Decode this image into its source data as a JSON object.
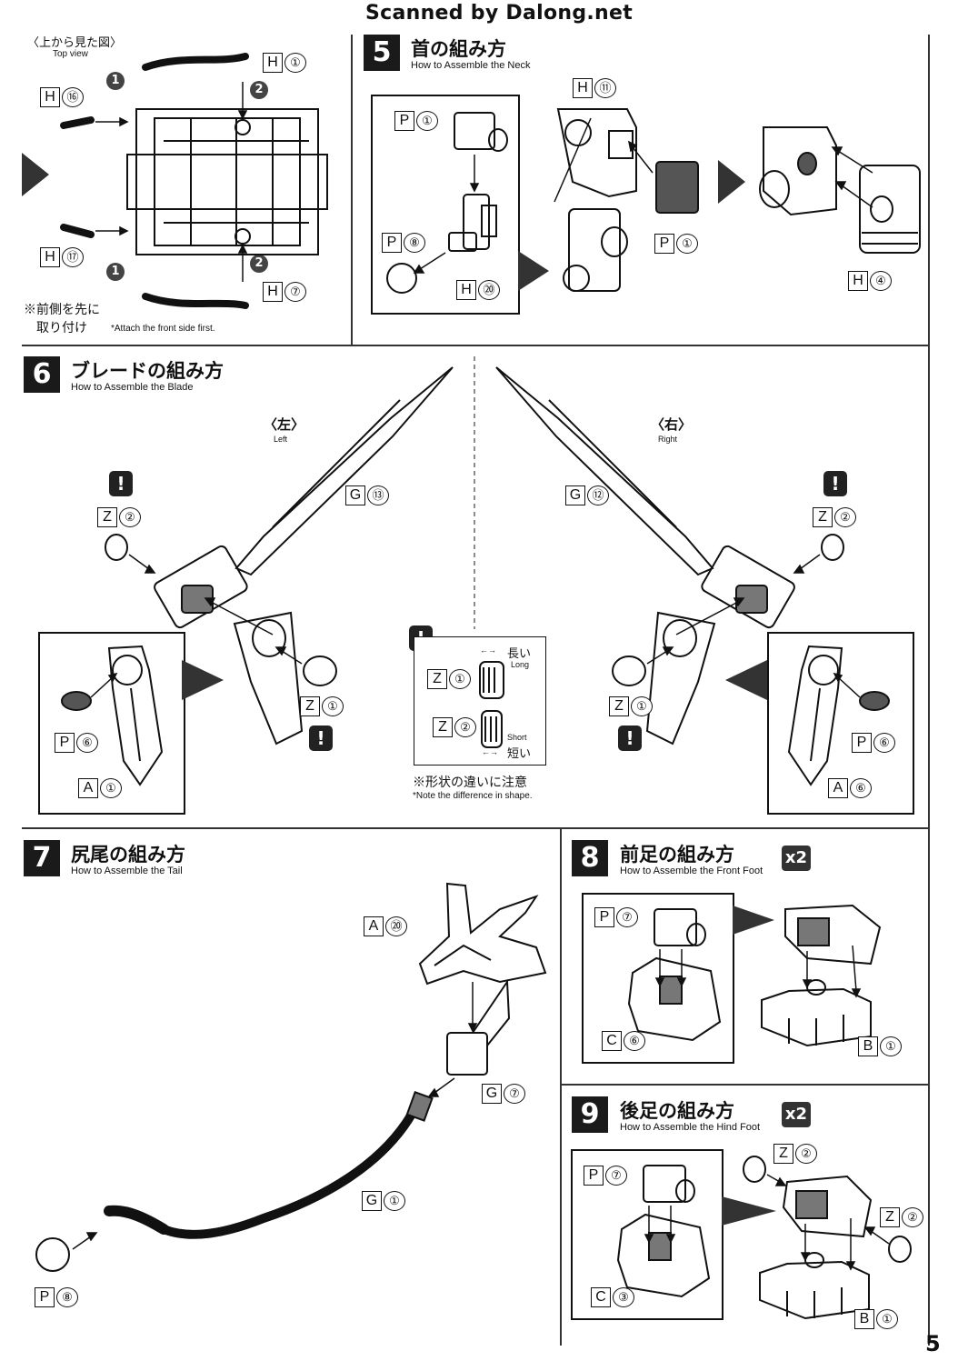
{
  "header": {
    "watermark": "Scanned by Dalong.net"
  },
  "page_number": "5",
  "top_view": {
    "title_jp": "〈上から見た図〉",
    "title_en": "Top view",
    "note_jp_1": "※前側を先に",
    "note_jp_2": "取り付け",
    "note_en": "*Attach the front side first.",
    "seq1": "1",
    "seq2": "2",
    "parts": [
      {
        "letter": "H",
        "num": "①"
      },
      {
        "letter": "H",
        "num": "⑯"
      },
      {
        "letter": "H",
        "num": "⑰"
      },
      {
        "letter": "H",
        "num": "⑦"
      }
    ]
  },
  "step5": {
    "number": "5",
    "title_jp": "首の組み方",
    "title_en": "How to Assemble the Neck",
    "parts": [
      {
        "letter": "P",
        "num": "①"
      },
      {
        "letter": "P",
        "num": "⑧"
      },
      {
        "letter": "H",
        "num": "⑳"
      },
      {
        "letter": "H",
        "num": "⑪"
      },
      {
        "letter": "P",
        "num": "①"
      },
      {
        "letter": "H",
        "num": "④"
      }
    ]
  },
  "step6": {
    "number": "6",
    "title_jp": "ブレードの組み方",
    "title_en": "How to Assemble the Blade",
    "left_jp": "〈左〉",
    "left_en": "Left",
    "right_jp": "〈右〉",
    "right_en": "Right",
    "warn": "!",
    "long_jp": "長い",
    "long_en": "Long",
    "short_en": "Short",
    "short_jp": "短い",
    "arrow_glyph": "←→",
    "note_jp": "※形状の違いに注意",
    "note_en": "*Note the difference in shape.",
    "parts": [
      {
        "letter": "G",
        "num": "⑬"
      },
      {
        "letter": "Z",
        "num": "②"
      },
      {
        "letter": "Z",
        "num": "①"
      },
      {
        "letter": "P",
        "num": "⑥"
      },
      {
        "letter": "A",
        "num": "①"
      },
      {
        "letter": "Z",
        "num": "①"
      },
      {
        "letter": "Z",
        "num": "②"
      },
      {
        "letter": "G",
        "num": "⑫"
      },
      {
        "letter": "Z",
        "num": "②"
      },
      {
        "letter": "Z",
        "num": "①"
      },
      {
        "letter": "P",
        "num": "⑥"
      },
      {
        "letter": "A",
        "num": "⑥"
      }
    ]
  },
  "step7": {
    "number": "7",
    "title_jp": "尻尾の組み方",
    "title_en": "How to Assemble the Tail",
    "parts": [
      {
        "letter": "A",
        "num": "⑳"
      },
      {
        "letter": "G",
        "num": "⑦"
      },
      {
        "letter": "G",
        "num": "①"
      },
      {
        "letter": "P",
        "num": "⑧"
      }
    ]
  },
  "step8": {
    "number": "8",
    "title_jp": "前足の組み方",
    "title_en": "How to Assemble the Front Foot",
    "multiplier": "x2",
    "parts": [
      {
        "letter": "P",
        "num": "⑦"
      },
      {
        "letter": "C",
        "num": "⑥"
      },
      {
        "letter": "B",
        "num": "①"
      }
    ]
  },
  "step9": {
    "number": "9",
    "title_jp": "後足の組み方",
    "title_en": "How to Assemble the Hind Foot",
    "multiplier": "x2",
    "parts": [
      {
        "letter": "P",
        "num": "⑦"
      },
      {
        "letter": "C",
        "num": "③"
      },
      {
        "letter": "Z",
        "num": "②"
      },
      {
        "letter": "Z",
        "num": "②"
      },
      {
        "letter": "B",
        "num": "①"
      }
    ]
  },
  "colors": {
    "ink": "#111111",
    "step_box": "#1a1a1a",
    "pointer": "#333333"
  },
  "icons": [
    "pointer-triangle-icon",
    "caution-icon",
    "sequence-badge-icon"
  ]
}
